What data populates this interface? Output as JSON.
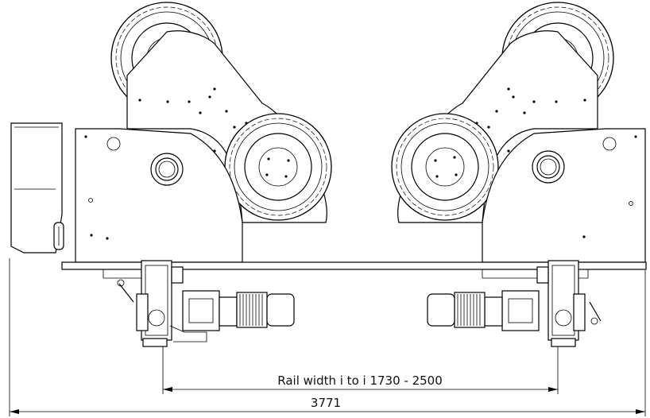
{
  "dimensions": {
    "rail_width_label": "Rail width i to i 1730 - 2500",
    "overall_width_label": "3771"
  },
  "parts": {
    "wheels": 4,
    "drive_motors": 2,
    "control_box": 1
  }
}
